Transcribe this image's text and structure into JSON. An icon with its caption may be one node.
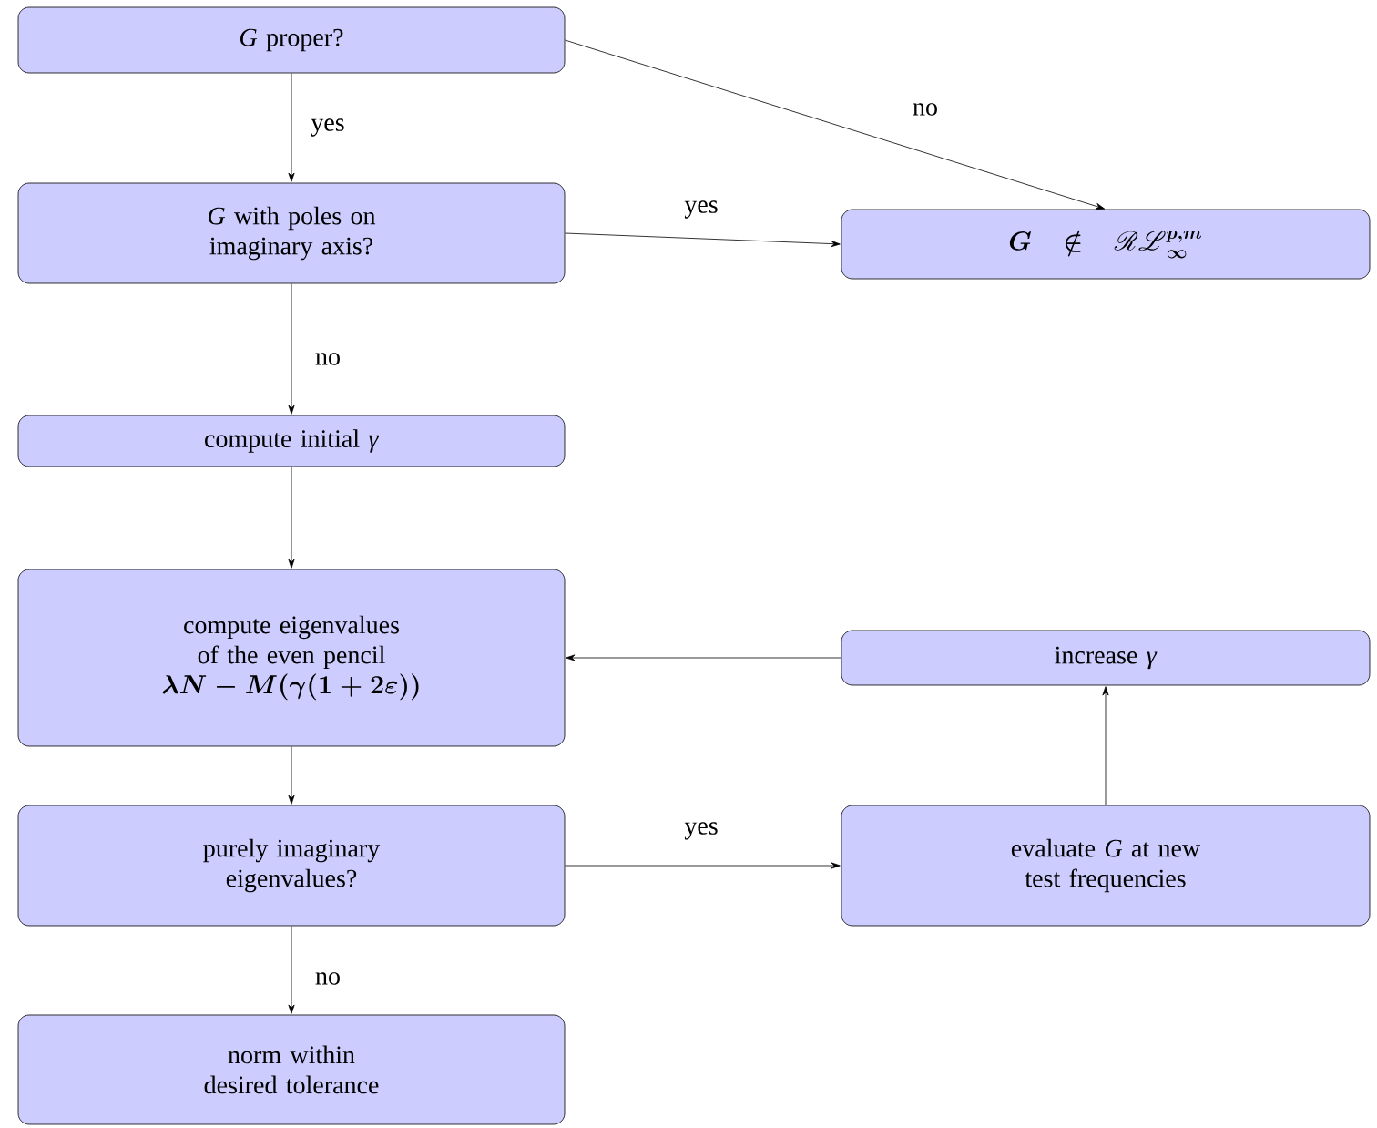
{
  "diagram": {
    "nodes": [
      {
        "text": [
          "*G* proper?"
        ]
      },
      {
        "text": [
          "*G* with poles on imaginary axis?"
        ]
      },
      {
        "text": [
          "G \\notin \\mathscr{RL}_\\infty^{p,m}"
        ]
      },
      {
        "text": [
          "compute initial *γ*"
        ]
      },
      {
        "text": [
          "compute eigenvalues of the even pencil",
          "\\lambda N - M(\\gamma(1+2\\varepsilon))"
        ]
      },
      {
        "text": [
          "purely imaginary eigenvalues?"
        ]
      },
      {
        "text": [
          "norm within desired tolerance"
        ]
      },
      {
        "text": [
          "increase *γ*"
        ]
      },
      {
        "text": [
          "evaluate *G* at new test frequencies"
        ]
      }
    ],
    "edges": [
      {
        "from": 0,
        "to": 1,
        "arrow": "to",
        "label": "yes"
      },
      {
        "from": 0,
        "to": 2,
        "arrow": "to",
        "label": "no"
      },
      {
        "from": 1,
        "to": 2,
        "arrow": "to",
        "label": "yes"
      },
      {
        "from": 1,
        "to": 3,
        "arrow": "to",
        "label": "no"
      },
      {
        "from": 3,
        "to": 4,
        "arrow": "to"
      },
      {
        "from": 4,
        "to": 5,
        "arrow": "to"
      },
      {
        "from": 5,
        "to": 6,
        "arrow": "to",
        "label": "no"
      },
      {
        "from": 5,
        "to": 8,
        "arrow": "to",
        "label": "yes"
      },
      {
        "from": 8,
        "to": 7,
        "arrow": "to"
      },
      {
        "from": 7,
        "to": 4,
        "arrow": "to"
      }
    ]
  }
}
